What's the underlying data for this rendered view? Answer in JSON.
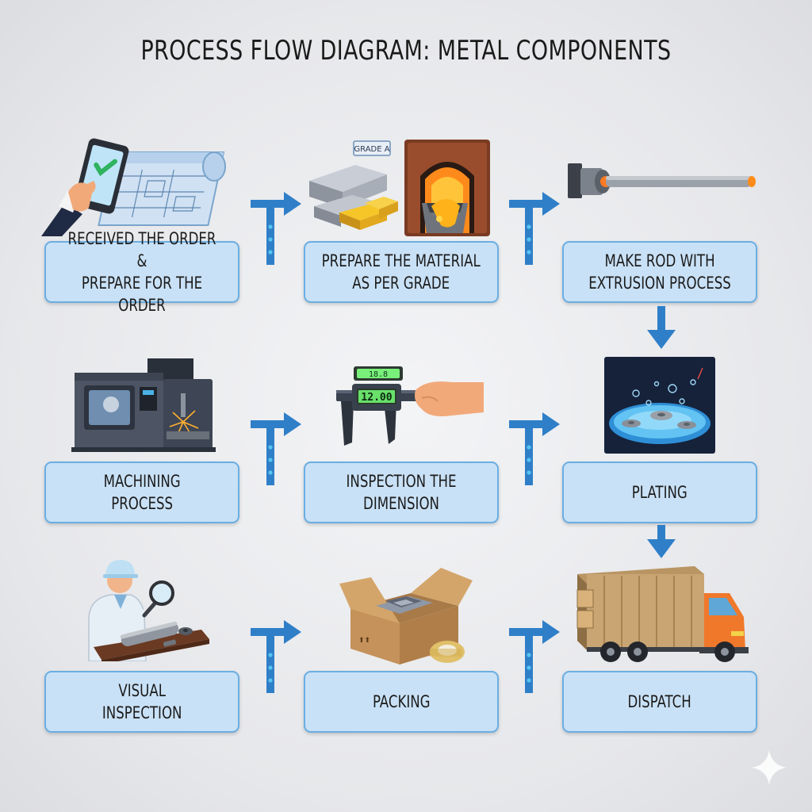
{
  "title": "PROCESS FLOW DIAGRAM: METAL COMPONENTS",
  "steps": [
    {
      "label": "RECEIVED THE ORDER &\nPREPARE FOR THE ORDER",
      "illustration": "order-tablet-blueprint-icon"
    },
    {
      "label": "PREPARE THE MATERIAL\nAS PER GRADE",
      "illustration": "metal-ingots-furnace-icon"
    },
    {
      "label": "MAKE ROD WITH\nEXTRUSION PROCESS",
      "illustration": "extruded-rod-icon"
    },
    {
      "label": "MACHINING\nPROCESS",
      "illustration": "cnc-machine-icon"
    },
    {
      "label": "INSPECTION THE\nDIMENSION",
      "illustration": "caliper-icon"
    },
    {
      "label": "PLATING",
      "illustration": "plating-bath-icon"
    },
    {
      "label": "VISUAL\nINSPECTION",
      "illustration": "inspector-magnifier-icon"
    },
    {
      "label": "PACKING",
      "illustration": "cardboard-box-icon"
    },
    {
      "label": "DISPATCH",
      "illustration": "truck-icon"
    }
  ],
  "image_text": {
    "grade_tag": "GRADE A",
    "caliper_readout": "12.00",
    "caliper_top_readout": "18.8"
  },
  "colors": {
    "box_fill": "#c9e1f6",
    "box_border": "#6aaee3",
    "arrow": "#2f7fc8",
    "dots": "#56c4f0"
  }
}
